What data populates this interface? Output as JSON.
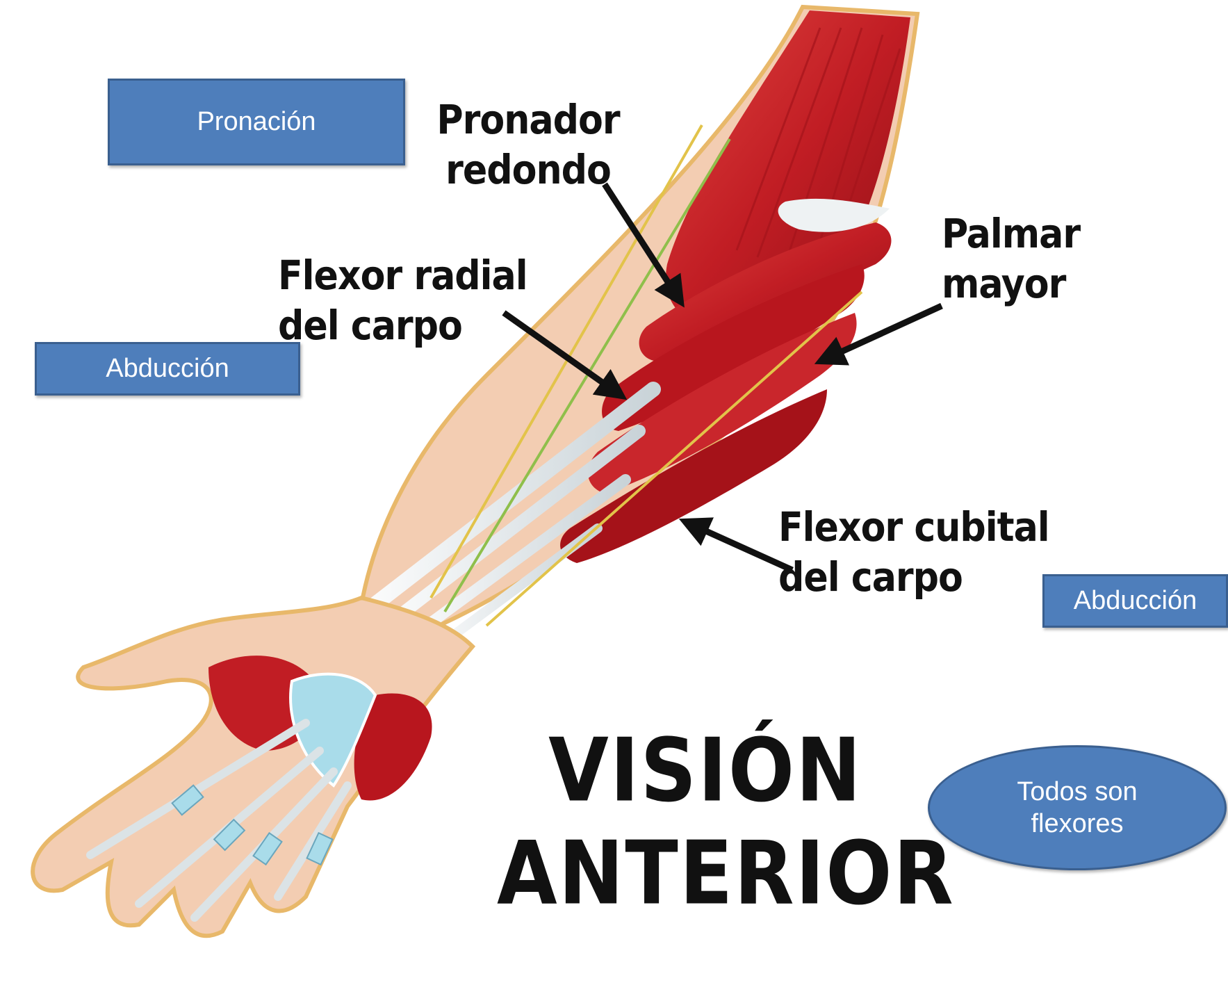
{
  "labels": {
    "pronador_redondo": "Pronador\nredondo",
    "flexor_radial": "Flexor radial\ndel carpo",
    "palmar_mayor": "Palmar\nmayor",
    "flexor_cubital": "Flexor cubital\ndel carpo"
  },
  "title": "VISIÓN\nANTERIOR",
  "boxes": {
    "pronacion": "Pronación",
    "abduccion_left": "Abducción",
    "abduccion_right": "Abducción"
  },
  "callout": "Todos son\nflexores",
  "colors": {
    "box_fill": "#4e7ebb",
    "box_border": "#3a5f8f",
    "muscle": "#c8202a",
    "tendon": "#e8ecee",
    "skin_outline": "#e8b86a"
  }
}
